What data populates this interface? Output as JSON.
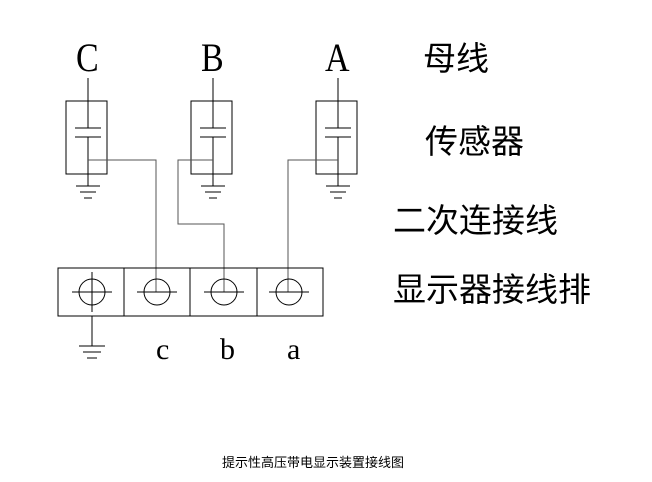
{
  "phases": {
    "c": "C",
    "b": "B",
    "a": "A"
  },
  "terminals": {
    "c": "c",
    "b": "b",
    "a": "a"
  },
  "legend": {
    "busbar": "母线",
    "sensor": "传感器",
    "secondary_wiring": "二次连接线",
    "terminal_block": "显示器接线排"
  },
  "caption": "提示性高压带电显示装置接线图",
  "line_color": "#000000",
  "wire_color": "#555555"
}
